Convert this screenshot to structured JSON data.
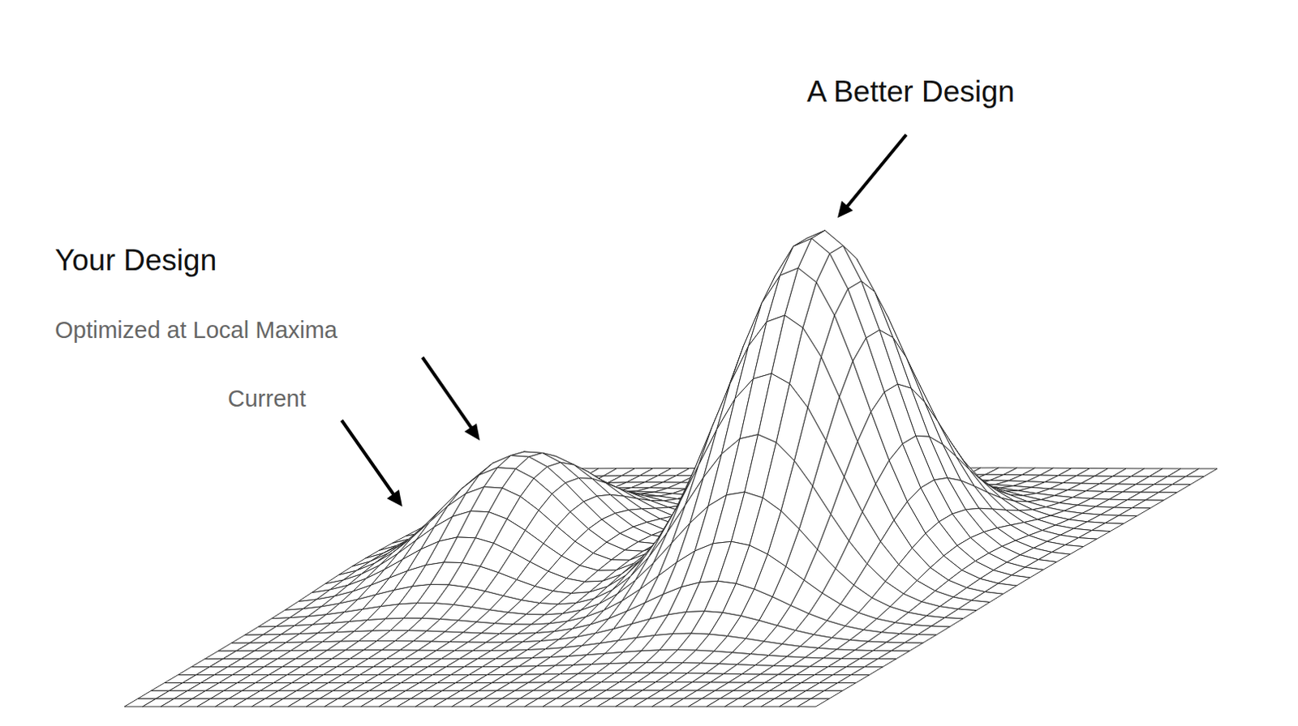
{
  "diagram": {
    "labels": [
      "Your Design",
      "Optimized at Local Maxima",
      "Current",
      "A Better Design"
    ]
  }
}
